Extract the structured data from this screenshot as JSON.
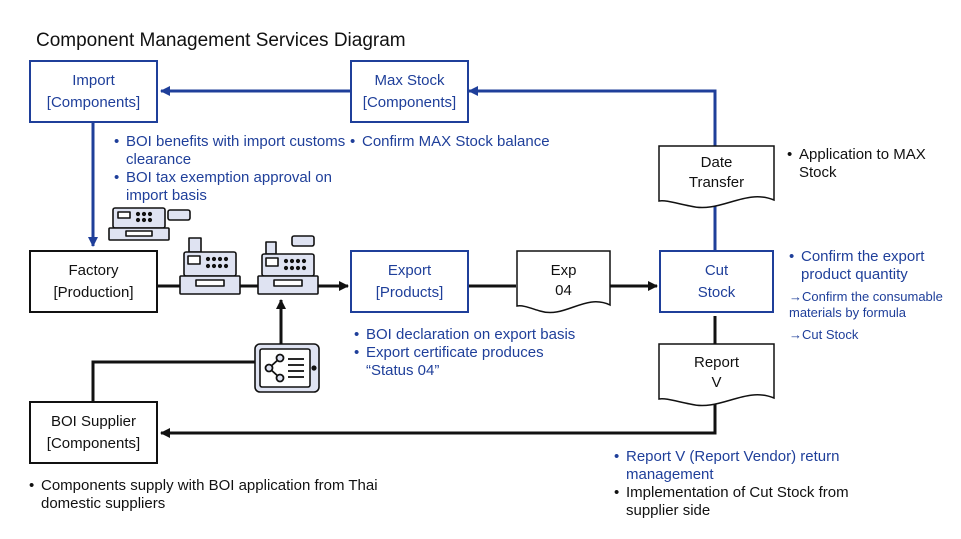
{
  "title": "Component Management Services Diagram",
  "boxes": {
    "import": {
      "line1": "Import",
      "line2": "[Components]"
    },
    "max_stock": {
      "line1": "Max Stock",
      "line2": "[Components]"
    },
    "factory": {
      "line1": "Factory",
      "line2": "[Production]"
    },
    "export": {
      "line1": "Export",
      "line2": "[Products]"
    },
    "cut_stock": {
      "line1": "Cut",
      "line2": "Stock"
    },
    "boi_supplier": {
      "line1": "BOI Supplier",
      "line2": "[Components]"
    }
  },
  "documents": {
    "date_transfer": {
      "line1": "Date",
      "line2": "Transfer"
    },
    "exp04": {
      "line1": "Exp",
      "line2": "04"
    },
    "report_v": {
      "line1": "Report",
      "line2": "V"
    }
  },
  "notes": {
    "import": [
      "BOI benefits with import customs clearance",
      "BOI tax exemption approval on import basis"
    ],
    "max_stock": [
      "Confirm MAX Stock balance"
    ],
    "application": [
      "Application to MAX Stock"
    ],
    "cut_stock_main": "Confirm the export product quantity",
    "cut_stock_sub1": "→Confirm the consumable materials by formula",
    "cut_stock_sub2": "→Cut Stock",
    "export": [
      "BOI declaration on export basis",
      "Export certificate produces “Status 04”"
    ],
    "report_blue": [
      "Report V (Report Vendor) return management"
    ],
    "report_black": [
      "Implementation of Cut Stock from supplier side"
    ],
    "supplier": [
      "Components supply with BOI application from Thai domestic suppliers"
    ]
  },
  "icons": [
    "cash-register-icon",
    "tablet-share-icon"
  ],
  "colors": {
    "accent": "#1f3f9a",
    "line": "#111111",
    "icon_fill": "#dfe3f2"
  }
}
